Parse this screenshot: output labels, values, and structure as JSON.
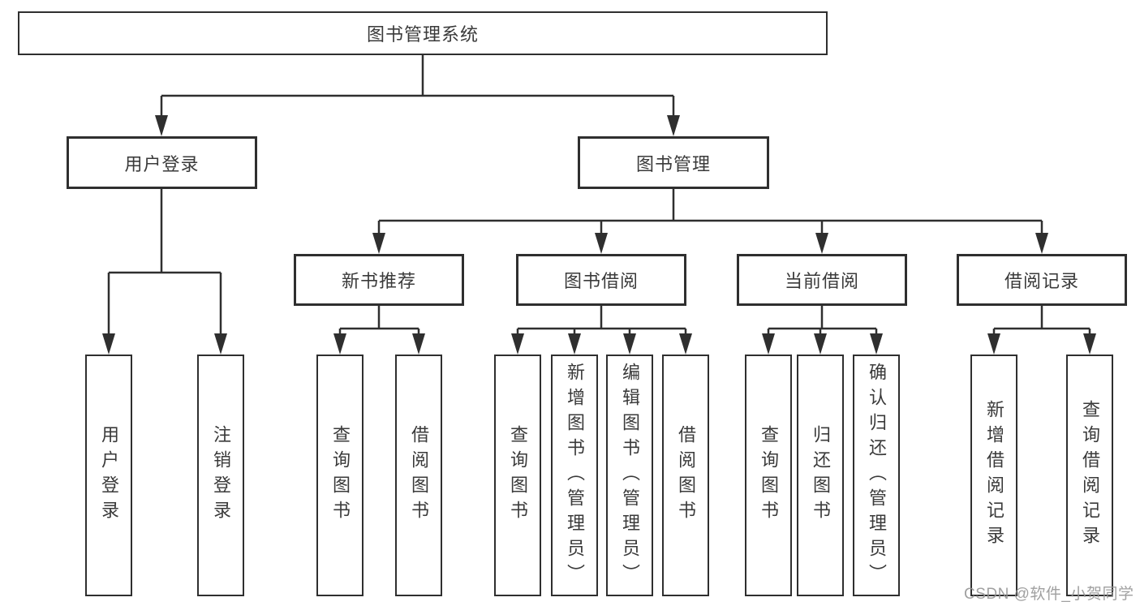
{
  "diagram_type": "functional-structure-tree",
  "colors": {
    "line": "#2f2f2f",
    "box_border": "#2f2f2f",
    "text": "#3a3a3a",
    "background": "#ffffff",
    "watermark": "#969696"
  },
  "watermark": {
    "text": "CSDN @软件_小贺同学"
  },
  "tree": {
    "label": "图书管理系统",
    "children": [
      {
        "label": "用户登录",
        "children": [
          {
            "label": "用户登录"
          },
          {
            "label": "注销登录"
          }
        ]
      },
      {
        "label": "图书管理",
        "children": [
          {
            "label": "新书推荐",
            "children": [
              {
                "label": "查询图书"
              },
              {
                "label": "借阅图书"
              }
            ]
          },
          {
            "label": "图书借阅",
            "children": [
              {
                "label": "查询图书"
              },
              {
                "label": "新增图书（管理员）"
              },
              {
                "label": "编辑图书（管理员）"
              },
              {
                "label": "借阅图书"
              }
            ]
          },
          {
            "label": "当前借阅",
            "children": [
              {
                "label": "查询图书"
              },
              {
                "label": "归还图书"
              },
              {
                "label": "确认归还（管理员）"
              }
            ]
          },
          {
            "label": "借阅记录",
            "children": [
              {
                "label": "新增借阅记录"
              },
              {
                "label": "查询借阅记录"
              }
            ]
          }
        ]
      }
    ]
  }
}
